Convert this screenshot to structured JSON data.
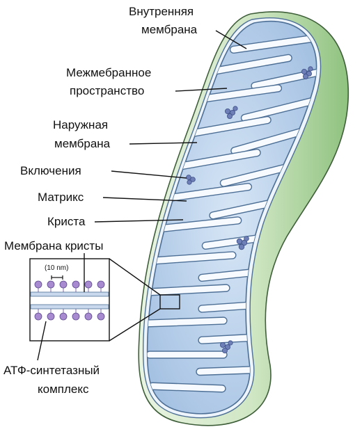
{
  "labels": {
    "inner_membrane_l1": "Внутренняя",
    "inner_membrane_l2": "мембрана",
    "intermembrane_l1": "Межмебранное",
    "intermembrane_l2": "пространство",
    "outer_membrane_l1": "Наружная",
    "outer_membrane_l2": "мембрана",
    "inclusions": "Включения",
    "matrix": "Матрикс",
    "crista": "Криста",
    "crista_membrane": "Мембрана кристы",
    "atp_l1": "АТФ-синтетазный",
    "atp_l2": "комплекс",
    "scale": "(10 nm)"
  },
  "colors": {
    "outer_shell": "#cfe6c3",
    "outer_shell_shadow": "#9ecb8e",
    "inner_space": "#eef4fb",
    "matrix": "#aac6e6",
    "crista_fill": "#f7fbff",
    "membrane_edge": "#4d6f95",
    "particle": "#a78ad0",
    "inclusion": "#6e7fb8"
  }
}
